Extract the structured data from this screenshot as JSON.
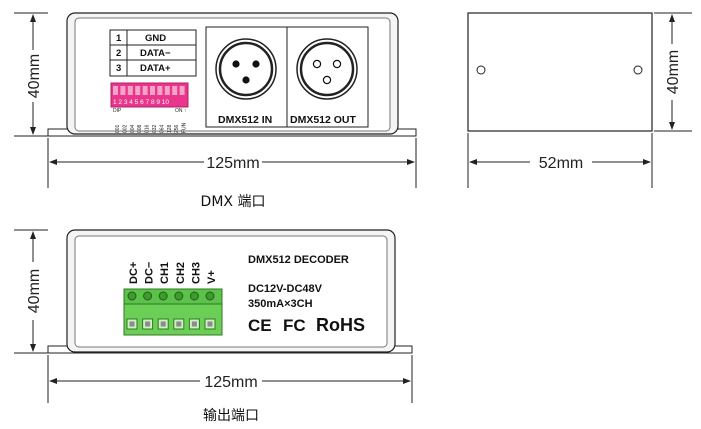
{
  "dims": {
    "width_front": "125mm",
    "height": "40mm",
    "width_side": "52mm"
  },
  "captions": {
    "top": "DMX 端口",
    "bottom": "输出端口"
  },
  "top_view": {
    "terminal_rows": [
      {
        "num": "1",
        "label": "GND"
      },
      {
        "num": "2",
        "label": "DATA−"
      },
      {
        "num": "3",
        "label": "DATA+"
      }
    ],
    "dip_numbers": "1 2 3 4 5 6 7 8 9 10",
    "dip_label": "DIP",
    "on_label": "ON ↑",
    "dip_values": [
      "001",
      "002",
      "004",
      "008",
      "016",
      "032",
      "064",
      "128",
      "256",
      "FUN"
    ],
    "connector_in": "DMX512 IN",
    "connector_out": "DMX512 OUT"
  },
  "bottom_view": {
    "title": "DMX512  DECODER",
    "voltage": "DC12V-DC48V",
    "current": "350mA×3CH",
    "certs": {
      "ce": "CE",
      "fc": "FC",
      "rohs": "RoHS"
    },
    "terminal_labels": [
      "DC+",
      "DC−",
      "CH1",
      "CH2",
      "CH3",
      "V+"
    ]
  }
}
